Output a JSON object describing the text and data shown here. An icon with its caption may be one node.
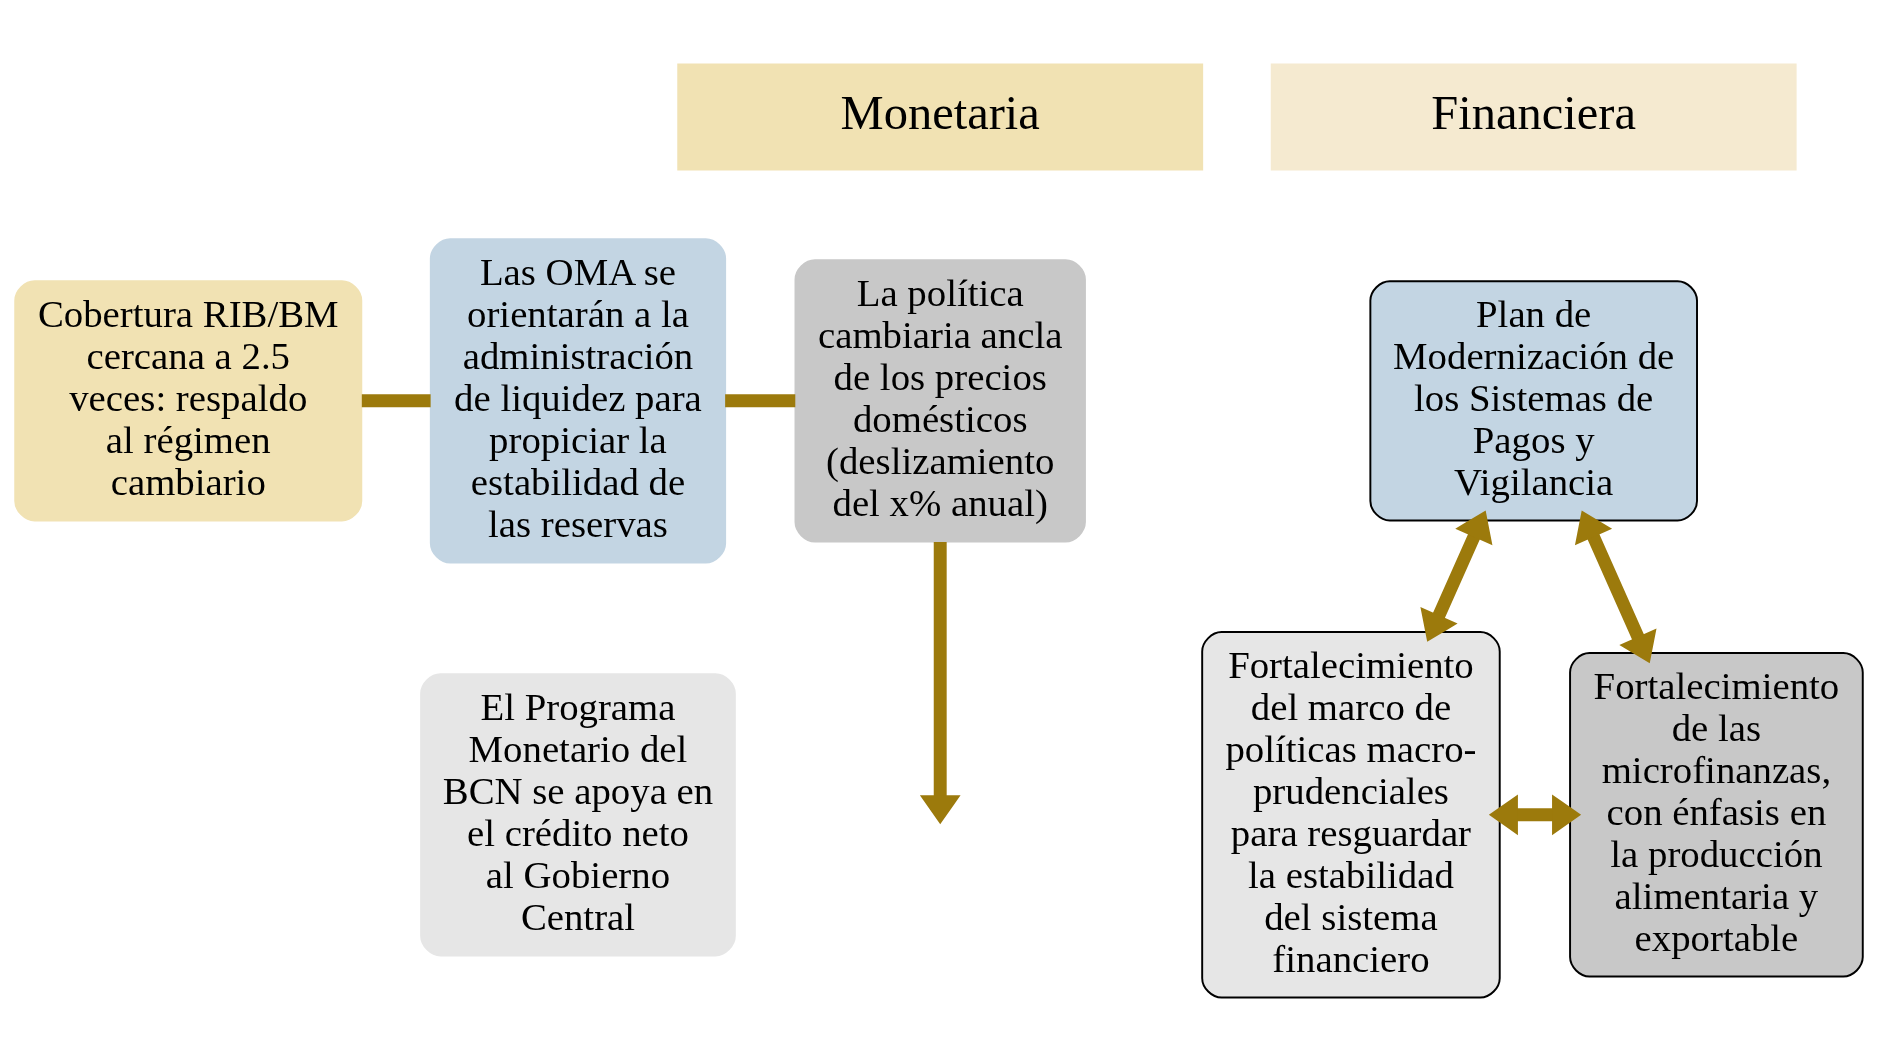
{
  "diagram": {
    "nodes": [
      {
        "text": [
          "Monetaria"
        ]
      },
      {
        "text": [
          "La política cambiaria ancla de los precios domésticos (deslizamiento del x% anual)"
        ]
      },
      {
        "text": [
          "Las OMA se orientarán a la administración de liquidez para propiciar la estabilidad de las reservas"
        ]
      },
      {
        "text": [
          "Cobertura RIB/BM cercana a 2.5 veces: respaldo al régimen cambiario"
        ]
      },
      {
        "text": [
          "El Programa Monetario del BCN se apoya en el crédito neto al Gobierno Central"
        ]
      },
      {
        "text": [
          "Financiera"
        ]
      },
      {
        "text": [
          "Plan de Modernización de los Sistemas de Pagos y Vigilancia"
        ]
      },
      {
        "text": [
          "Fortalecimiento del marco de políticas macro-prudenciales para resguardar la estabilidad del sistema financiero"
        ]
      },
      {
        "text": [
          "Fortalecimiento de las microfinanzas, con énfasis en la producción alimentaria y exportable"
        ]
      }
    ],
    "edges": [
      {
        "from": 3,
        "to": 2,
        "arrow": "none"
      },
      {
        "from": 2,
        "to": 1,
        "arrow": "none"
      },
      {
        "from": 1,
        "to": null,
        "arrow": "to"
      },
      {
        "from": 6,
        "to": 7,
        "arrow": "both"
      },
      {
        "from": 6,
        "to": 8,
        "arrow": "both"
      },
      {
        "from": 7,
        "to": 8,
        "arrow": "both"
      }
    ]
  }
}
